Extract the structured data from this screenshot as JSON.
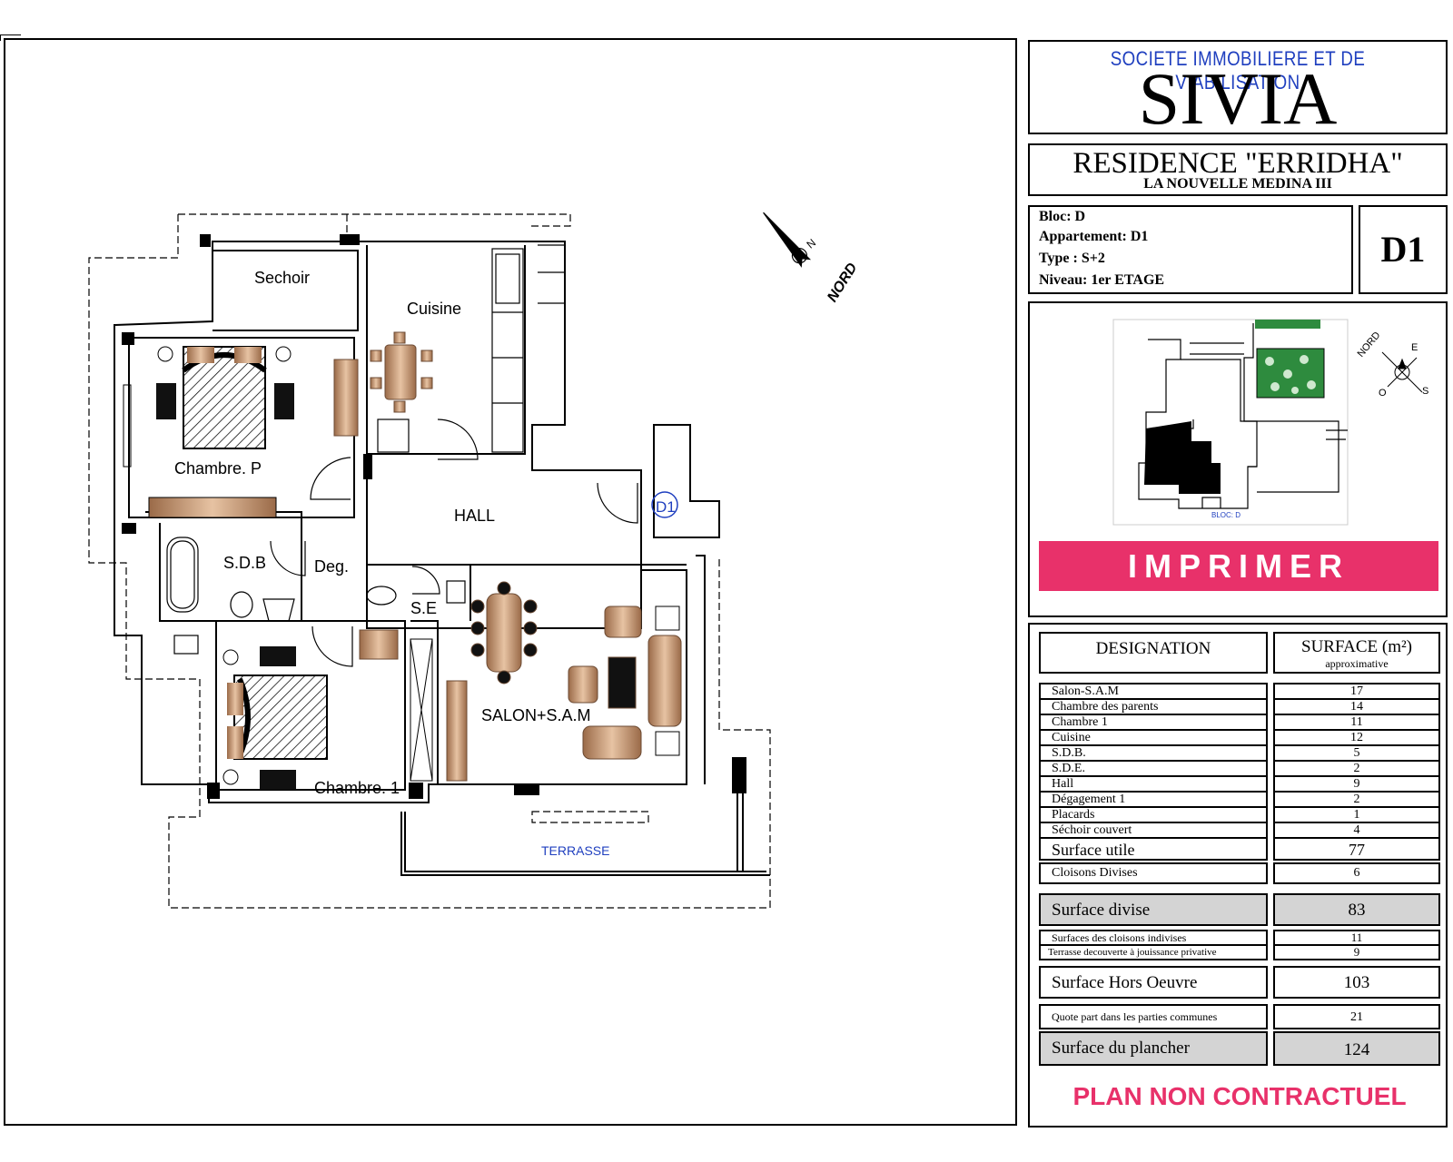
{
  "company": {
    "subtitle": "SOCIETE IMMOBILIERE ET DE VIABILISATION",
    "name": "SIVIA"
  },
  "residence": {
    "name": "RESIDENCE \"ERRIDHA\"",
    "location": "LA NOUVELLE MEDINA III"
  },
  "apartment": {
    "bloc": "Bloc: D",
    "appartement": "Appartement: D1",
    "type": "Type : S+2",
    "niveau": "Niveau: 1er ETAGE",
    "code": "D1"
  },
  "print_button": "IMPRIMER",
  "disclaimer": "PLAN NON CONTRACTUEL",
  "plan": {
    "rooms": {
      "sechoir": "Sechoir",
      "cuisine": "Cuisine",
      "chambre_p": "Chambre. P",
      "hall": "HALL",
      "door_tag": "D1",
      "sdb": "S.D.B",
      "deg": "Deg.",
      "se": "S.E",
      "salon": "SALON+S.A.M",
      "chambre_1": "Chambre. 1",
      "terrasse": "TERRASSE"
    },
    "north_label": "NORD",
    "north_letter": "N"
  },
  "keyplan": {
    "compass": {
      "n": "NORD",
      "e": "E",
      "s": "S",
      "o": "O"
    },
    "caption": "BLOC: D"
  },
  "table": {
    "header": {
      "designation": "DESIGNATION",
      "surface": "SURFACE (m²)",
      "surface_note": "approximative"
    },
    "rows": [
      {
        "label": "Salon-S.A.M",
        "value": "17"
      },
      {
        "label": "Chambre des parents",
        "value": "14"
      },
      {
        "label": "Chambre 1",
        "value": "11"
      },
      {
        "label": "Cuisine",
        "value": "12"
      },
      {
        "label": "S.D.B.",
        "value": "5"
      },
      {
        "label": "S.D.E.",
        "value": "2"
      },
      {
        "label": "Hall",
        "value": "9"
      },
      {
        "label": "Dégagement 1",
        "value": "2"
      },
      {
        "label": "Placards",
        "value": "1"
      },
      {
        "label": "Séchoir couvert",
        "value": "4"
      }
    ],
    "surface_utile": {
      "label": "Surface utile",
      "value": "77"
    },
    "cloisons_divises": {
      "label": "Cloisons Divises",
      "value": "6"
    },
    "surface_divise": {
      "label": "Surface divise",
      "value": "83"
    },
    "cloisons_indivises": {
      "label": "Surfaces des cloisons indivises",
      "value": "11"
    },
    "terrasse_privative": {
      "label": "Terrasse decouverte à jouissance privative",
      "value": "9"
    },
    "hors_oeuvre": {
      "label": "Surface Hors Oeuvre",
      "value": "103"
    },
    "quote_part": {
      "label": "Quote part dans les parties communes",
      "value": "21"
    },
    "plancher": {
      "label": "Surface du plancher",
      "value": "124"
    }
  },
  "colors": {
    "accent": "#e8316a",
    "company_blue": "#1f3fbf",
    "furniture": "#c8916a",
    "greenery": "#2e8b3e"
  }
}
